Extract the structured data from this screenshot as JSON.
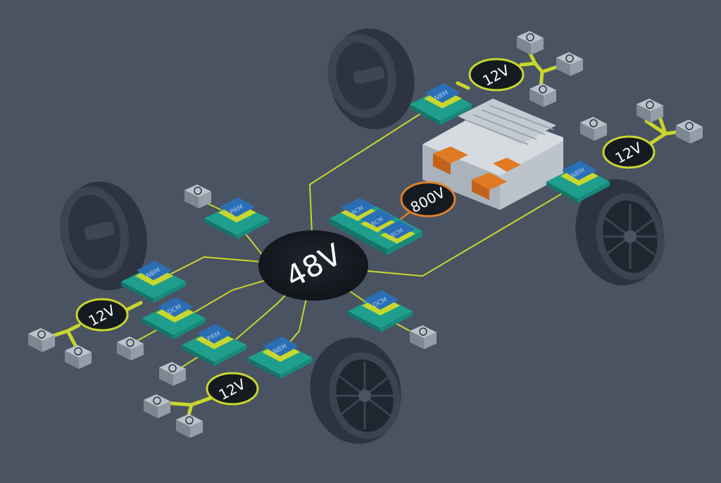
{
  "colors": {
    "background": "#4a5362",
    "wire": "#c8d62e",
    "hv_wire": "#e0802a",
    "board": "#1f9e8e",
    "chip": "#2a6fb5",
    "hub": "#151a20",
    "tire": "#2b3440",
    "load": "#9aa4ae"
  },
  "hub": {
    "label": "48V"
  },
  "hv_bus": {
    "label": "800V"
  },
  "rails": [
    {
      "label": "12V",
      "position": "front-right"
    },
    {
      "label": "12V",
      "position": "rear-right"
    },
    {
      "label": "12V",
      "position": "front-left"
    },
    {
      "label": "12V",
      "position": "rear-left"
    }
  ],
  "modules": {
    "nbm_front_right": "NBM",
    "nbm_rear_right": "NBM",
    "nbm_front_left": "NBM",
    "nbm_rear_left": "NBM",
    "prm_top": "PRM",
    "prm_bottom": "PRM",
    "dcm_left": "DCM",
    "dcm_right": "DCM",
    "bcm_1": "BCM",
    "bcm_2": "BCM",
    "bcm_3": "BCM"
  },
  "icons": {
    "load": "load-symbol-icon",
    "battery": "battery-pack-icon",
    "wheel": "wheel-icon"
  }
}
